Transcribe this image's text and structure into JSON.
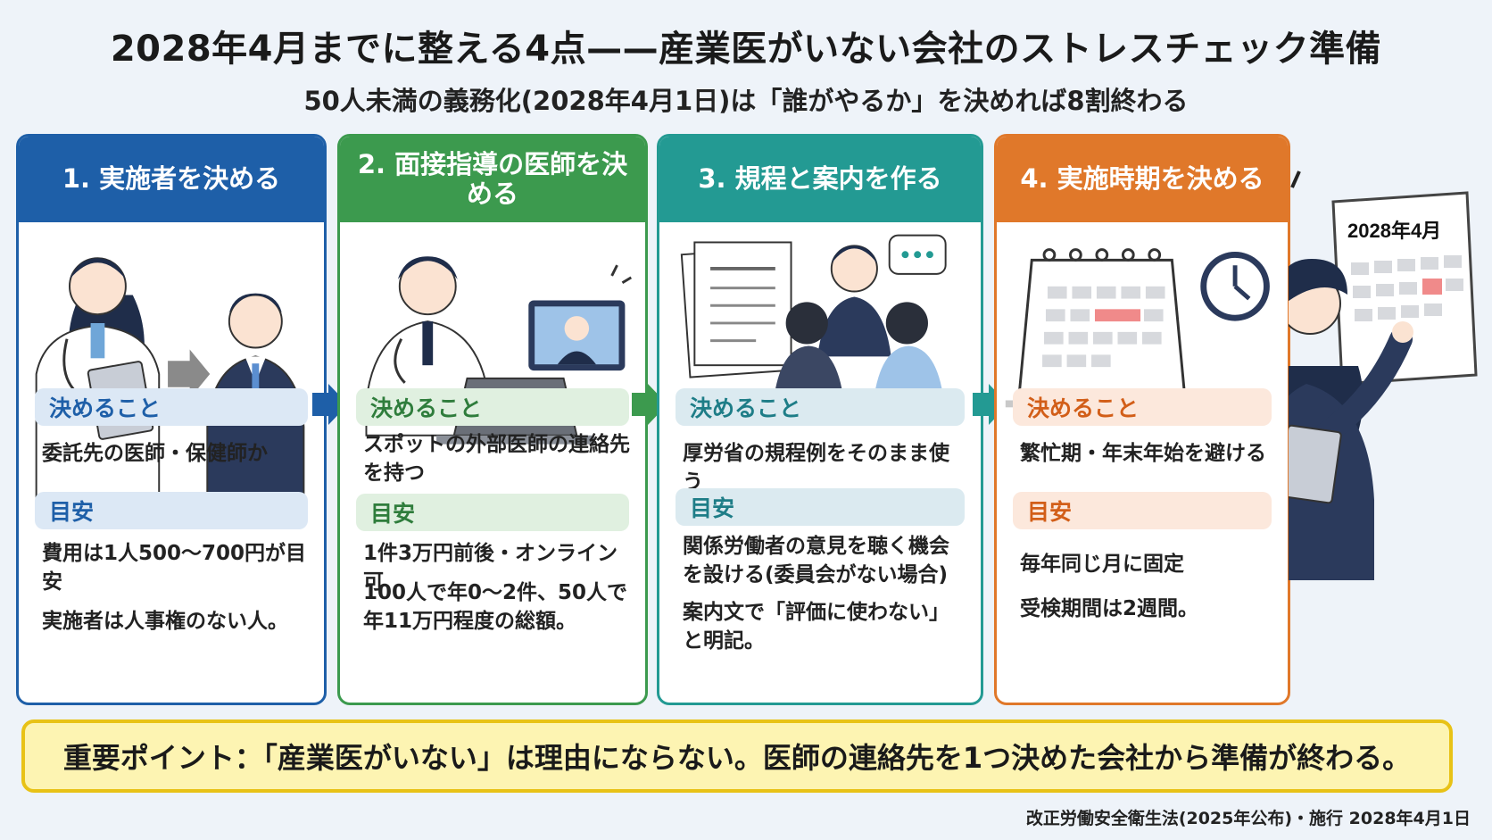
{
  "title": "2028年4月までに整える4点——産業医がいない会社のストレスチェック準備",
  "subtitle": "50人未満の義務化(2028年4月1日)は「誰がやるか」を決めれば8割終わる",
  "colors": {
    "blue": "#1e5fa8",
    "green": "#3c9a4e",
    "teal": "#239a93",
    "orange": "#e0782a",
    "yellow": "#e8c216"
  },
  "cards": [
    {
      "heading": "1. 実施者を決める",
      "decide_label": "決めること",
      "decide_text": "委託先の医師・保健師か",
      "guide_label": "目安",
      "guide_text_1": "費用は1人500〜700円が目安",
      "guide_text_2": "実施者は人事権のない人。"
    },
    {
      "heading": "2. 面接指導の医師を決める",
      "decide_label": "決めること",
      "decide_text": "スポットの外部医師の連絡先を持つ",
      "guide_label": "目安",
      "guide_text_1": "1件3万円前後・オンライン可",
      "guide_text_2": "100人で年0〜2件、50人で年11万円程度の総額。"
    },
    {
      "heading": "3. 規程と案内を作る",
      "decide_label": "決めること",
      "decide_text": "厚労省の規程例をそのまま使う",
      "guide_label": "目安",
      "guide_text_1": "関係労働者の意見を聴く機会を設ける(委員会がない場合)",
      "guide_text_2": "案内文で「評価に使わない」と明記。"
    },
    {
      "heading": "4. 実施時期を決める",
      "decide_label": "決めること",
      "decide_text": "繁忙期・年末年始を避ける",
      "guide_label": "目安",
      "guide_text_1": "毎年同じ月に固定",
      "guide_text_2": "受検期間は2週間。"
    }
  ],
  "calendar_label": "2028年4月",
  "key_point": "重要ポイント：「産業医がいない」は理由にならない。医師の連絡先を1つ決めた会社から準備が終わる。",
  "footnote": "改正労働安全衛生法(2025年公布)・施行 2028年4月1日"
}
